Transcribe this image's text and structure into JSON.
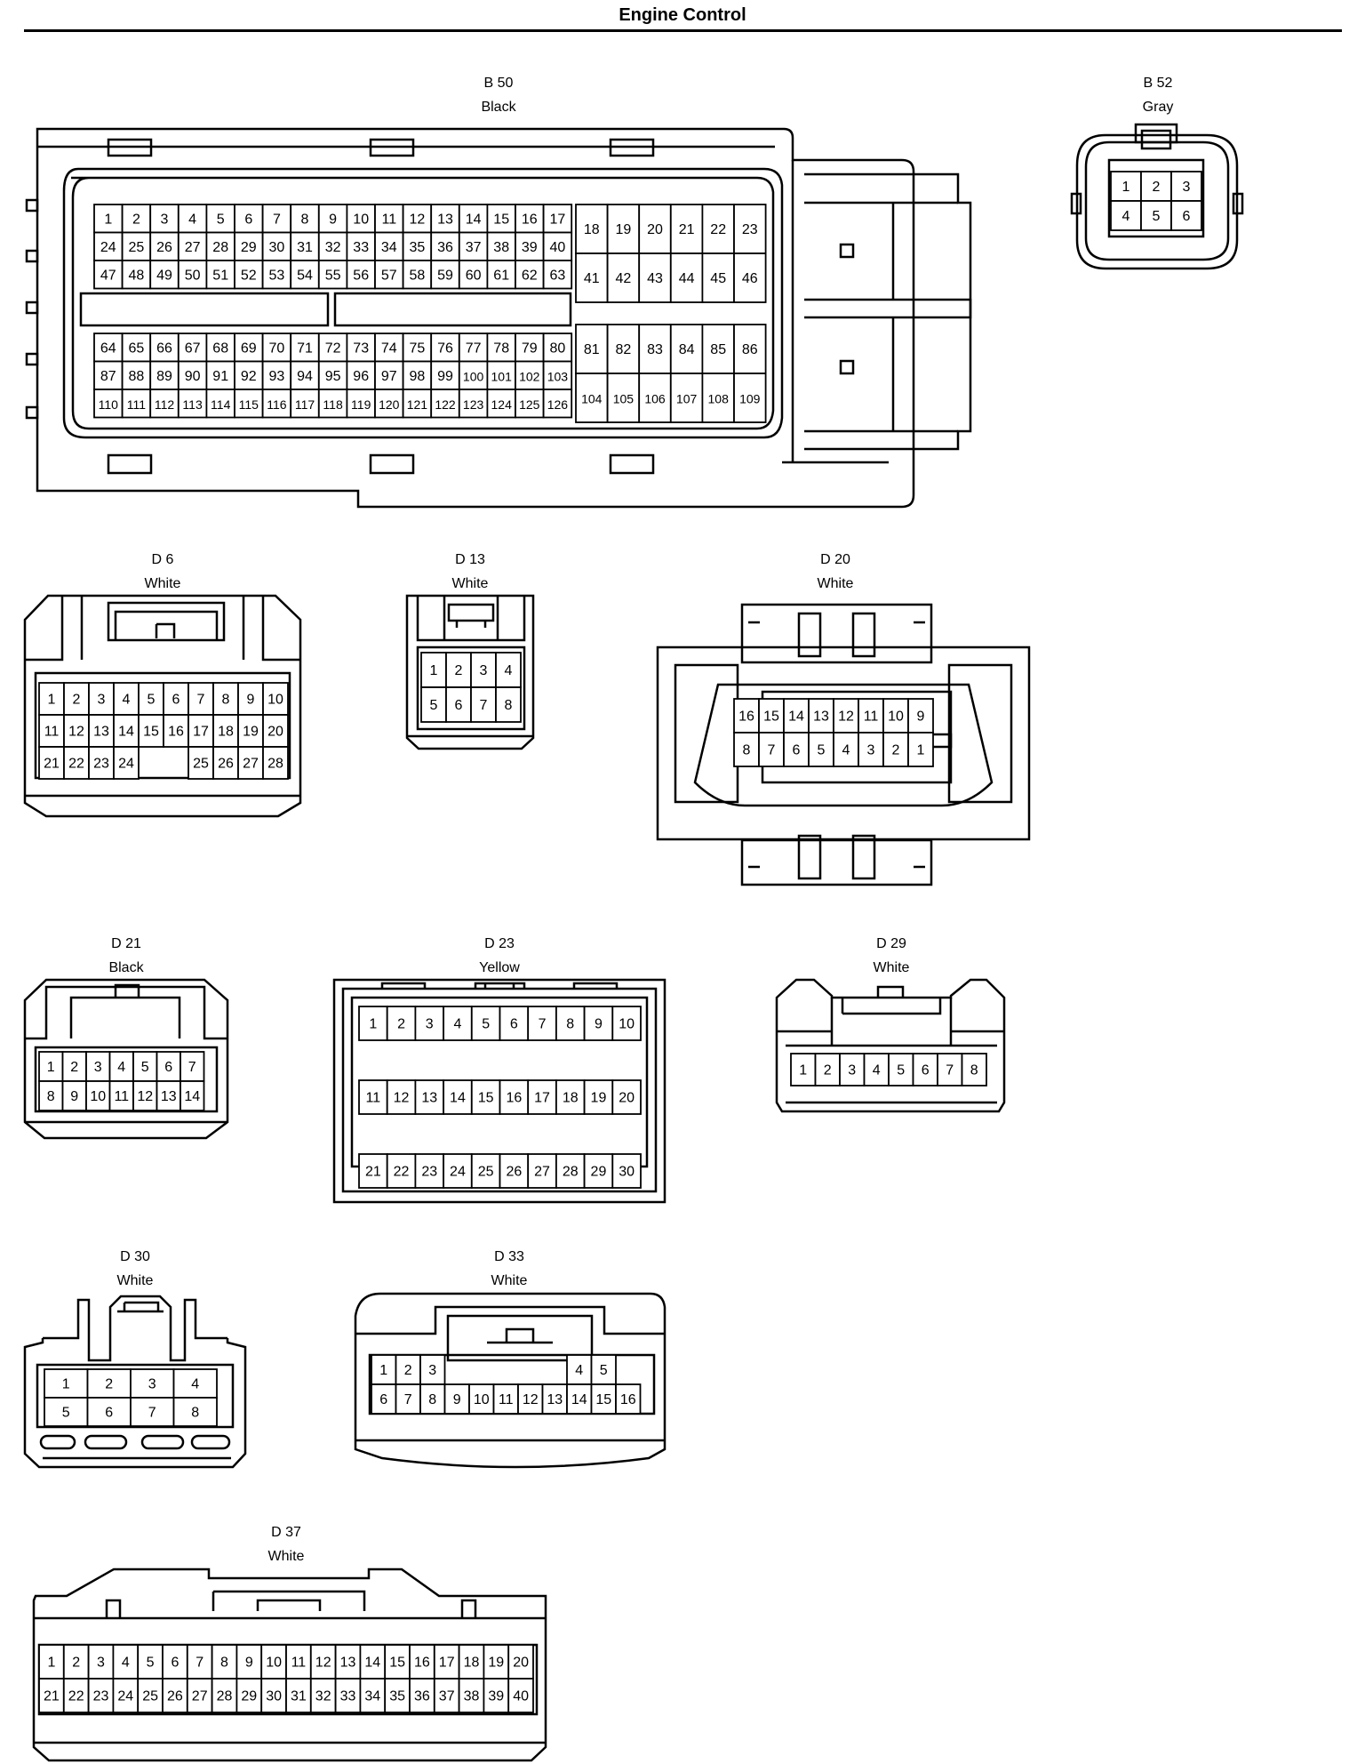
{
  "title": "Engine Control",
  "connectors": [
    {
      "id": "B50",
      "code": "B 50",
      "color": "Black"
    },
    {
      "id": "B52",
      "code": "B 52",
      "color": "Gray"
    },
    {
      "id": "D6",
      "code": "D 6",
      "color": "White"
    },
    {
      "id": "D13",
      "code": "D 13",
      "color": "White"
    },
    {
      "id": "D20",
      "code": "D 20",
      "color": "White"
    },
    {
      "id": "D21",
      "code": "D 21",
      "color": "Black"
    },
    {
      "id": "D23",
      "code": "D 23",
      "color": "Yellow"
    },
    {
      "id": "D29",
      "code": "D 29",
      "color": "White"
    },
    {
      "id": "D30",
      "code": "D 30",
      "color": "White"
    },
    {
      "id": "D33",
      "code": "D 33",
      "color": "White"
    },
    {
      "id": "D37",
      "code": "D 37",
      "color": "White"
    }
  ],
  "pins": {
    "B50": [
      [
        [
          "1",
          "2",
          "3",
          "4",
          "5",
          "6",
          "7",
          "8",
          "9",
          "10",
          "11",
          "12",
          "13",
          "14",
          "15",
          "16",
          "17"
        ],
        [
          "24",
          "25",
          "26",
          "27",
          "28",
          "29",
          "30",
          "31",
          "32",
          "33",
          "34",
          "35",
          "36",
          "37",
          "38",
          "39",
          "40"
        ],
        [
          "47",
          "48",
          "49",
          "50",
          "51",
          "52",
          "53",
          "54",
          "55",
          "56",
          "57",
          "58",
          "59",
          "60",
          "61",
          "62",
          "63"
        ]
      ],
      [
        [
          "18",
          "19",
          "20",
          "21",
          "22",
          "23"
        ],
        [
          "41",
          "42",
          "43",
          "44",
          "45",
          "46"
        ]
      ],
      [
        [
          "64",
          "65",
          "66",
          "67",
          "68",
          "69",
          "70",
          "71",
          "72",
          "73",
          "74",
          "75",
          "76",
          "77",
          "78",
          "79",
          "80"
        ],
        [
          "87",
          "88",
          "89",
          "90",
          "91",
          "92",
          "93",
          "94",
          "95",
          "96",
          "97",
          "98",
          "99",
          "100",
          "101",
          "102",
          "103"
        ],
        [
          "110",
          "111",
          "112",
          "113",
          "114",
          "115",
          "116",
          "117",
          "118",
          "119",
          "120",
          "121",
          "122",
          "123",
          "124",
          "125",
          "126"
        ]
      ],
      [
        [
          "81",
          "82",
          "83",
          "84",
          "85",
          "86"
        ],
        [
          "104",
          "105",
          "106",
          "107",
          "108",
          "109"
        ]
      ]
    ],
    "B52": [
      [
        "1",
        "2",
        "3"
      ],
      [
        "4",
        "5",
        "6"
      ]
    ],
    "D6": [
      [
        "1",
        "2",
        "3",
        "4",
        "5",
        "6",
        "7",
        "8",
        "9",
        "10"
      ],
      [
        "11",
        "12",
        "13",
        "14",
        "15",
        "16",
        "17",
        "18",
        "19",
        "20"
      ],
      [
        "21",
        "22",
        "23",
        "24",
        "",
        "",
        "25",
        "26",
        "27",
        "28"
      ]
    ],
    "D13": [
      [
        "1",
        "2",
        "3",
        "4"
      ],
      [
        "5",
        "6",
        "7",
        "8"
      ]
    ],
    "D20": [
      [
        "16",
        "15",
        "14",
        "13",
        "12",
        "11",
        "10",
        "9"
      ],
      [
        "8",
        "7",
        "6",
        "5",
        "4",
        "3",
        "2",
        "1"
      ]
    ],
    "D21": [
      [
        "1",
        "2",
        "3",
        "4",
        "5",
        "6",
        "7"
      ],
      [
        "8",
        "9",
        "10",
        "11",
        "12",
        "13",
        "14"
      ]
    ],
    "D23": [
      [
        "1",
        "2",
        "3",
        "4",
        "5",
        "6",
        "7",
        "8",
        "9",
        "10"
      ],
      [
        "11",
        "12",
        "13",
        "14",
        "15",
        "16",
        "17",
        "18",
        "19",
        "20"
      ],
      [
        "21",
        "22",
        "23",
        "24",
        "25",
        "26",
        "27",
        "28",
        "29",
        "30"
      ]
    ],
    "D29": [
      [
        "1",
        "2",
        "3",
        "4",
        "5",
        "6",
        "7",
        "8"
      ]
    ],
    "D30": [
      [
        "1",
        "2",
        "3",
        "4"
      ],
      [
        "5",
        "6",
        "7",
        "8"
      ]
    ],
    "D33": [
      [
        "1",
        "2",
        "3",
        "",
        "",
        "",
        "",
        "",
        "4",
        "5"
      ],
      [
        "6",
        "7",
        "8",
        "9",
        "10",
        "11",
        "12",
        "13",
        "14",
        "15",
        "16"
      ]
    ],
    "D37": [
      [
        "1",
        "2",
        "3",
        "4",
        "5",
        "6",
        "7",
        "8",
        "9",
        "10",
        "11",
        "12",
        "13",
        "14",
        "15",
        "16",
        "17",
        "18",
        "19",
        "20"
      ],
      [
        "21",
        "22",
        "23",
        "24",
        "25",
        "26",
        "27",
        "28",
        "29",
        "30",
        "31",
        "32",
        "33",
        "34",
        "35",
        "36",
        "37",
        "38",
        "39",
        "40"
      ]
    ]
  }
}
